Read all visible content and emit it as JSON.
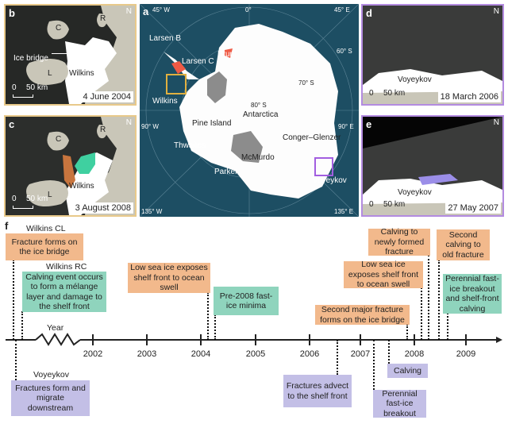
{
  "panels": {
    "b": {
      "label": "b",
      "north": "N",
      "ice_bridge": "Ice bridge",
      "c": "C",
      "r": "R",
      "l": "L",
      "shelf": "Wilkins",
      "scale_zero": "0",
      "scale": "50 km",
      "date": "4 June 2004"
    },
    "c": {
      "label": "c",
      "north": "N",
      "c": "C",
      "r": "R",
      "l": "L",
      "shelf": "Wilkins",
      "scale_zero": "0",
      "scale": "50 km",
      "date": "3 August 2008"
    },
    "a": {
      "label": "a",
      "lon_45w": "45° W",
      "lon_0": "0°",
      "lon_45e": "45° E",
      "lat_60s": "60° S",
      "lat_70s": "70° S",
      "lat_80s": "80° S",
      "lon_90w": "90° W",
      "lon_90e": "90° E",
      "lon_135w": "135° W",
      "lon_135e": "135° E",
      "places": {
        "larsen_b": "Larsen B",
        "larsen_c": "Larsen C",
        "brunt": "Brunt",
        "wilkins": "Wilkins",
        "antarctica": "Antarctica",
        "pine_island": "Pine Island",
        "thwaites": "Thwaites",
        "conger": "Conger–Glenzer",
        "mcmurdo": "McMurdo",
        "parker": "Parker",
        "voyeykov": "Voyeykov"
      }
    },
    "d": {
      "label": "d",
      "north": "N",
      "shelf": "Voyeykov",
      "scale_zero": "0",
      "scale": "50 km",
      "date": "18 March 2006"
    },
    "e": {
      "label": "e",
      "north": "N",
      "shelf": "Voyeykov",
      "scale_zero": "0",
      "scale": "50 km",
      "date": "27 May 2007"
    }
  },
  "colors": {
    "orange": "#f2b98c",
    "green": "#8fd4bd",
    "purple": "#c3bfe6",
    "ocean": "#1d4e63",
    "wilkins_box": "#e0b040",
    "voyeykov_box": "#a25ee0"
  },
  "timeline": {
    "label": "f",
    "axis_label": "Year",
    "years": [
      "2002",
      "2003",
      "2004",
      "2005",
      "2006",
      "2007",
      "2008",
      "2009"
    ],
    "groups": {
      "cl": "Wilkins CL",
      "rc": "Wilkins RC",
      "voy": "Voyeykov"
    },
    "events": [
      {
        "text": "Fracture forms on the ice bridge",
        "type": "orange"
      },
      {
        "text": "Calving event occurs to form a mélange layer and damage to the shelf front",
        "type": "green"
      },
      {
        "text": "Low sea ice exposes shelf front to ocean swell",
        "type": "orange"
      },
      {
        "text": "Pre-2008 fast-ice minima",
        "type": "green"
      },
      {
        "text": "Second major fracture forms on the ice bridge",
        "type": "orange"
      },
      {
        "text": "Low sea ice exposes shelf front to ocean swell",
        "type": "orange"
      },
      {
        "text": "Calving to newly formed fracture",
        "type": "orange"
      },
      {
        "text": "Second calving to old fracture",
        "type": "orange"
      },
      {
        "text": "Perennial fast-ice breakout and shelf-front calving",
        "type": "green"
      },
      {
        "text": "Fractures form and migrate downstream",
        "type": "purple"
      },
      {
        "text": "Fractures advect to the shelf front",
        "type": "purple"
      },
      {
        "text": "Calving",
        "type": "purple"
      },
      {
        "text": "Perennial fast-ice breakout",
        "type": "purple"
      }
    ]
  }
}
